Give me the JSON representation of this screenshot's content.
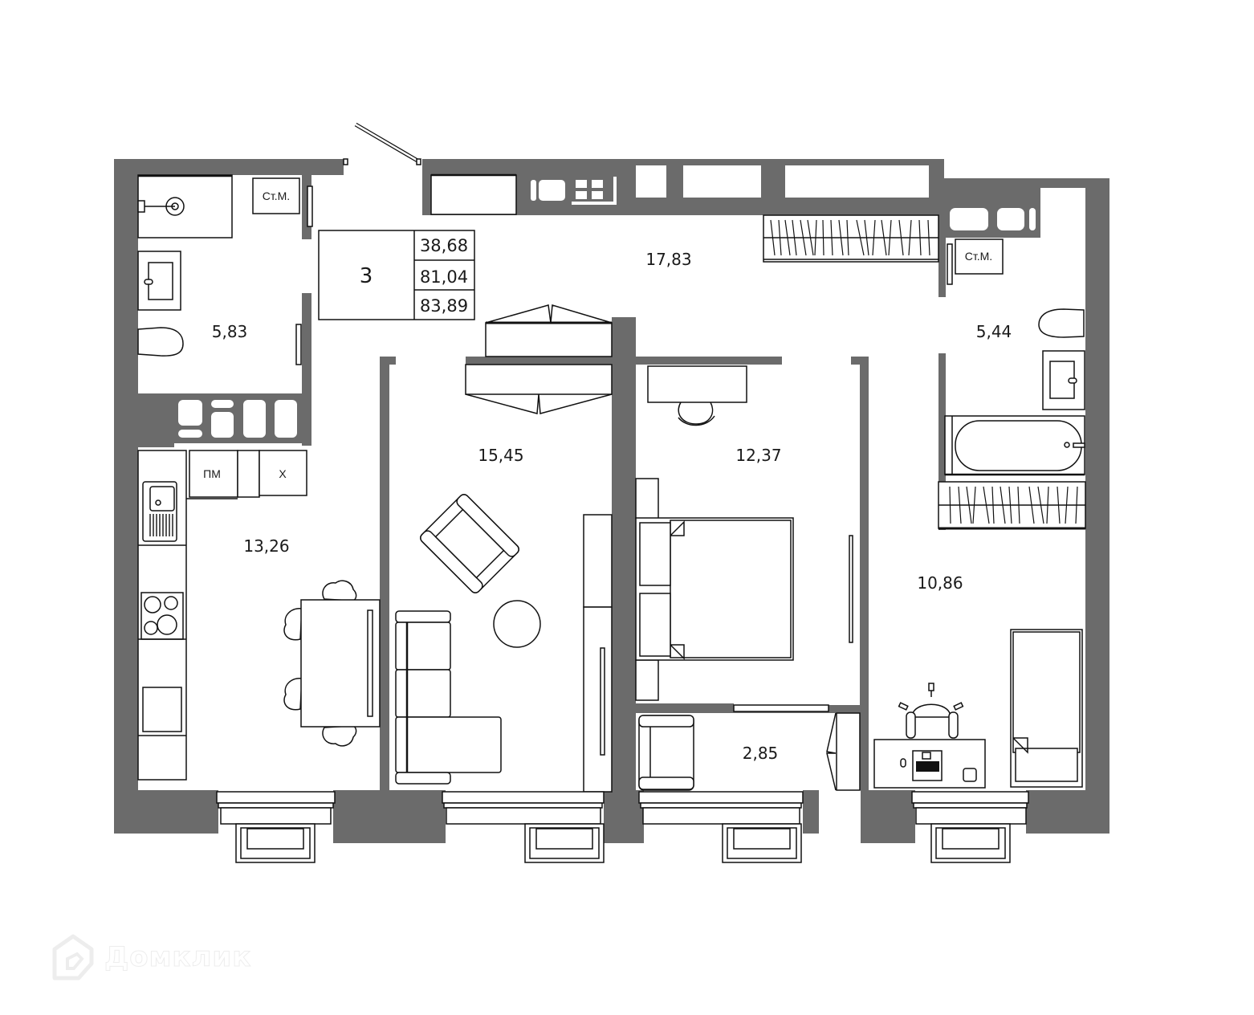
{
  "apartment": {
    "rooms_count": "3",
    "living_area": "38,68",
    "total_area": "81,04",
    "total_area_with_balconies": "83,89"
  },
  "rooms": [
    {
      "id": "bathroom-left",
      "area": "5,83"
    },
    {
      "id": "hallway",
      "area": "17,83"
    },
    {
      "id": "bathroom-right",
      "area": "5,44"
    },
    {
      "id": "kitchen",
      "area": "13,26"
    },
    {
      "id": "living-room",
      "area": "15,45"
    },
    {
      "id": "bedroom",
      "area": "12,37"
    },
    {
      "id": "wardrobe-loggia",
      "area": "2,85"
    },
    {
      "id": "kids-room",
      "area": "10,86"
    }
  ],
  "fixtures": {
    "washing_machine_left": "Ст.М.",
    "washing_machine_right": "Ст.М.",
    "dishwasher": "ПМ",
    "fridge": "Х"
  },
  "colors": {
    "wall": "#6b6b6b",
    "line": "#111111",
    "background": "#ffffff"
  },
  "watermark": {
    "text": "Домклик",
    "icon": "house-logo-icon"
  }
}
